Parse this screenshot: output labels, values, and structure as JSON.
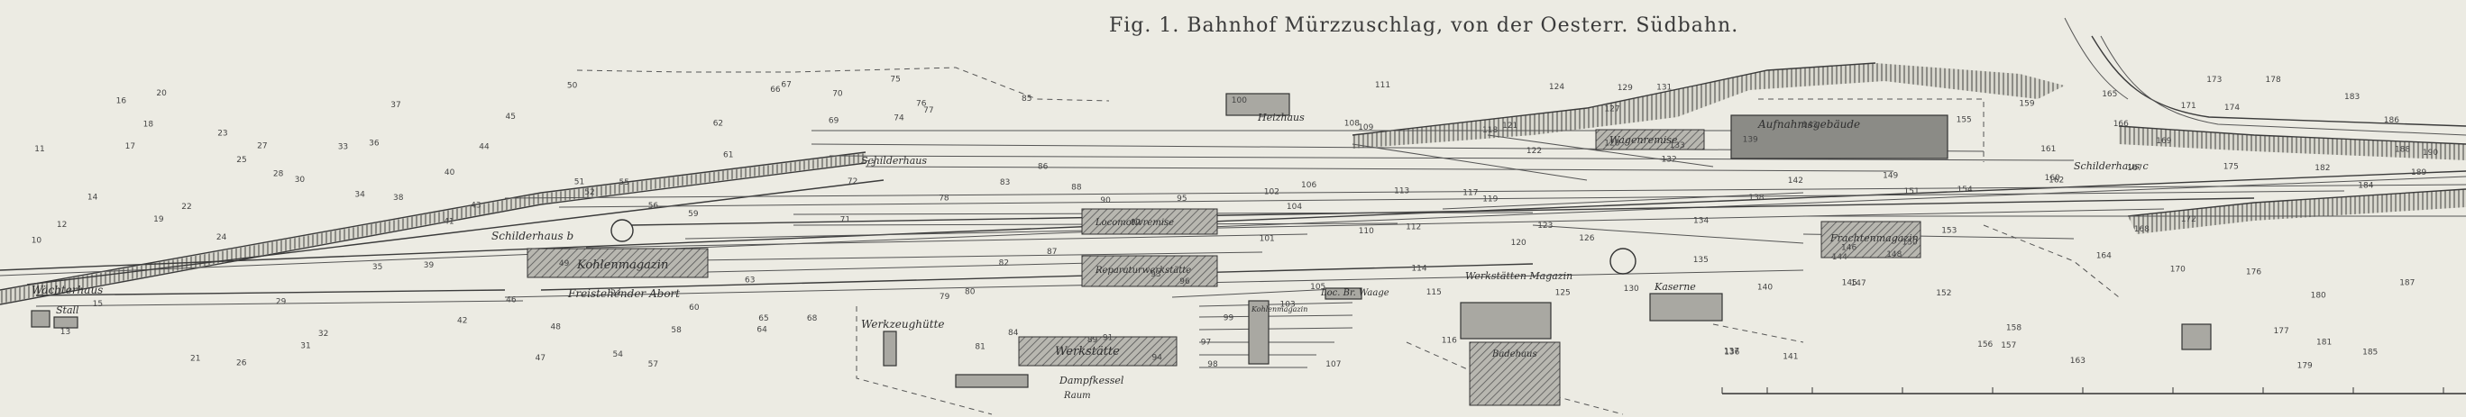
{
  "title": "Fig. 1. Bahnhof Mürzzuschlag, von der Oesterr. Südbahn.",
  "labels": {
    "wachterhaus": "Wächterhaus",
    "stall": "Stall",
    "schilderhaus_b": "Schilderhaus b",
    "kohlenmagazin": "Kohlenmagazin",
    "freistehender_abort": "Freistehender Abort",
    "schilderhaus_top": "Schilderhaus",
    "heizhaus": "Heizhaus",
    "wagenremise": "Wagenremise",
    "aufnahmsgebaude": "Aufnahmsgebäude",
    "schilderhaus_right": "Schilderhaus c",
    "frachtenmagazin": "Frachtenmagazin",
    "kaserne": "Kaserne",
    "werkstatten_magazin": "Werkstätten Magazin",
    "loc_br_waage": "Loc. Br. Waage",
    "werkzeughutte": "Werkzeughütte",
    "werkstatte": "Werkstätte",
    "dampfkessel": "Dampfkessel",
    "raum": "Raum",
    "heizhaus_left": "Locomotivremise",
    "mittelgebaude": "Reparaturwerkstätte",
    "kohlenmag2": "Kohlenmagazin",
    "badehaus": "Badehaus"
  },
  "numbers": [
    "10",
    "11",
    "12",
    "13",
    "14",
    "15",
    "16",
    "17",
    "18",
    "19",
    "20",
    "21",
    "22",
    "23",
    "24",
    "25",
    "26",
    "27",
    "28",
    "29",
    "30",
    "31",
    "32",
    "33",
    "34",
    "35",
    "36",
    "37",
    "38",
    "39",
    "40",
    "41",
    "42",
    "43",
    "44",
    "45",
    "46",
    "47",
    "48",
    "49",
    "50",
    "51",
    "52",
    "53",
    "54",
    "55",
    "56",
    "57",
    "58",
    "59",
    "60",
    "61",
    "62",
    "63",
    "64",
    "65",
    "66",
    "67",
    "68",
    "69",
    "70",
    "71",
    "72",
    "73",
    "74",
    "75",
    "76",
    "77",
    "78",
    "79",
    "80",
    "81",
    "82",
    "83",
    "84",
    "85",
    "86",
    "87",
    "88",
    "89",
    "90",
    "91",
    "92",
    "93",
    "94",
    "95",
    "96",
    "97",
    "98",
    "99",
    "100",
    "101",
    "102",
    "103",
    "104",
    "105",
    "106",
    "107",
    "108",
    "109",
    "110",
    "111",
    "112",
    "113",
    "114",
    "115",
    "116",
    "117",
    "118",
    "119",
    "120",
    "121",
    "122",
    "123",
    "124",
    "125",
    "126",
    "127",
    "128",
    "129",
    "130",
    "131",
    "132",
    "133",
    "134",
    "135",
    "136",
    "137",
    "138",
    "139",
    "140",
    "141",
    "142",
    "143",
    "144",
    "145",
    "146",
    "147",
    "148",
    "149",
    "150",
    "151",
    "152",
    "153",
    "154",
    "155",
    "156",
    "157",
    "158",
    "159",
    "160",
    "161",
    "162",
    "163",
    "164",
    "165",
    "166",
    "167",
    "168",
    "169",
    "170",
    "171",
    "172",
    "173",
    "174",
    "175",
    "176",
    "177",
    "178",
    "179",
    "180",
    "181",
    "182",
    "183",
    "184",
    "185",
    "186",
    "187",
    "188",
    "189",
    "190"
  ]
}
